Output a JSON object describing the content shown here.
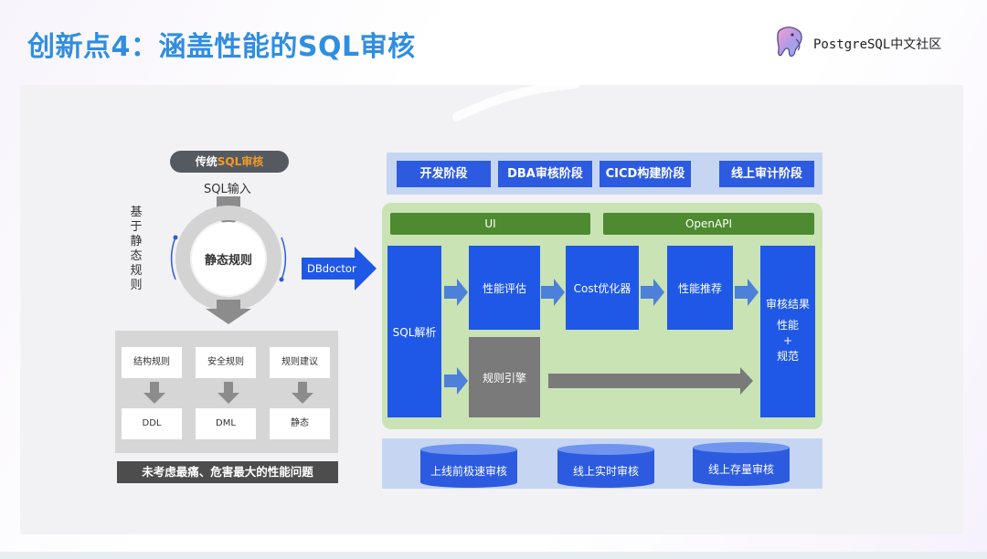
{
  "slide": {
    "title": "创新点4：涵盖性能的SQL审核"
  },
  "logo": {
    "text": "PostgreSQL中文社区",
    "icon": "elephant-logo-icon"
  },
  "traditional": {
    "pill_prefix": "传统",
    "pill_highlight": "SQL审核",
    "input_label": "SQL输入",
    "vertical_label": "基于静态规则",
    "circle_label": "静态规则",
    "rules": [
      {
        "top": "结构规则",
        "bottom": "DDL"
      },
      {
        "top": "安全规则",
        "bottom": "DML"
      },
      {
        "top": "规则建议",
        "bottom": "静态"
      }
    ],
    "banner": "未考虑最痛、危害最大的性能问题"
  },
  "dbdoctor": {
    "arrow_label": "DBdoctor",
    "stages": [
      "开发阶段",
      "DBA审核阶段",
      "CICD构建阶段",
      "线上审计阶段"
    ],
    "ui_label": "UI",
    "openapi_label": "OpenAPI",
    "sql_parse": "SQL解析",
    "perf_eval": "性能评估",
    "cost_opt": "Cost优化器",
    "perf_recommend": "性能推荐",
    "rule_engine": "规则引擎",
    "result_title": "审核结果",
    "result_line1": "性能",
    "result_plus": "+",
    "result_line2": "规范",
    "modes": [
      "上线前极速审核",
      "线上实时审核",
      "线上存量审核"
    ]
  },
  "colors": {
    "title_blue": "#2f8ee0",
    "box_blue": "#1f58e6",
    "green_panel": "#c9e3b4",
    "green_bar": "#4e8a2f",
    "stage_bar": "#c6d6f2",
    "orange_highlight": "#f59a23"
  }
}
